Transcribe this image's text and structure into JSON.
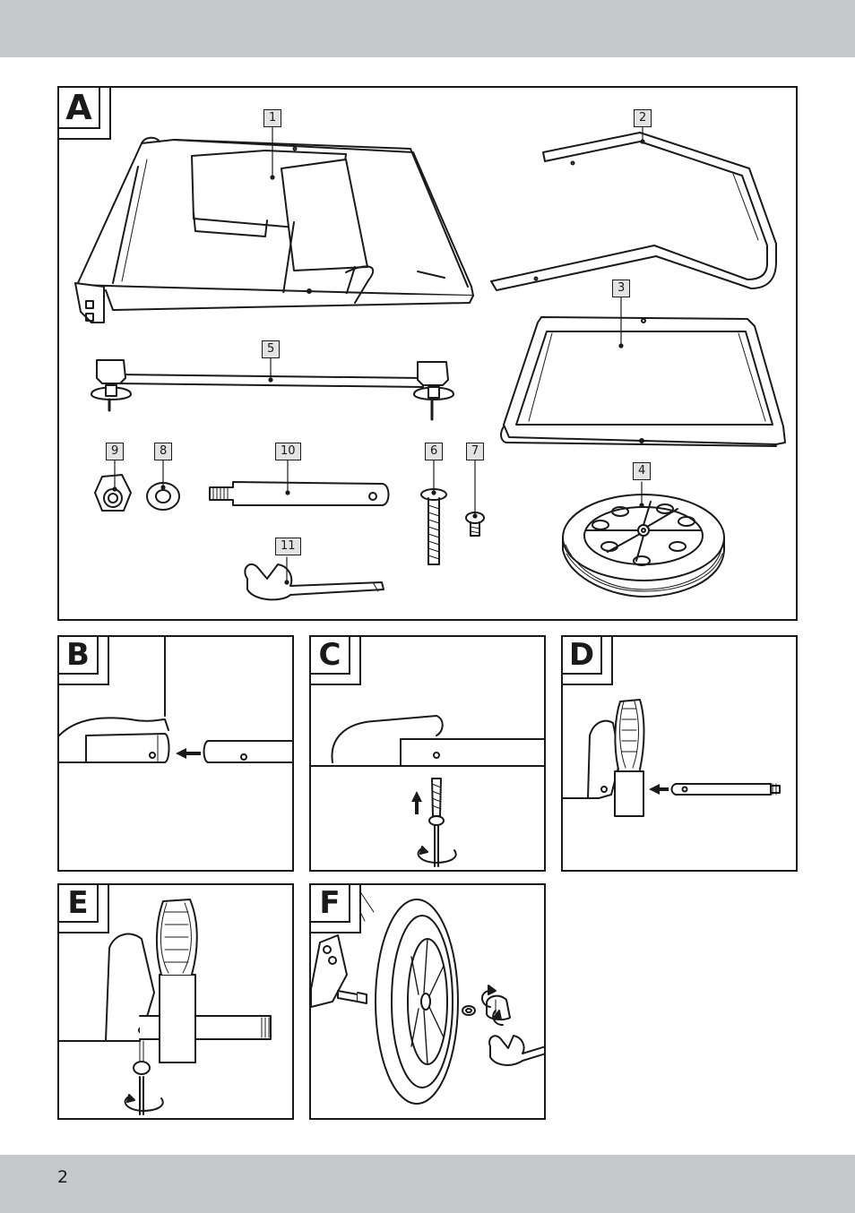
{
  "page_number": "2",
  "colors": {
    "band": "#c6c7c9",
    "line": "#1a1a1a",
    "callout_bg": "#e3e3e3"
  },
  "panels": {
    "A": {
      "label": "A"
    },
    "B": {
      "label": "B"
    },
    "C": {
      "label": "C"
    },
    "D": {
      "label": "D"
    },
    "E": {
      "label": "E"
    },
    "F": {
      "label": "F"
    }
  },
  "parts": {
    "p1": "1",
    "p2": "2",
    "p3": "3",
    "p4": "4",
    "p5": "5",
    "p6": "6",
    "p7": "7",
    "p8": "8",
    "p9": "9",
    "p10": "10",
    "p11": "11"
  },
  "icons": {
    "push_arrow": "arrow-left-icon",
    "up_arrow": "arrow-up-icon",
    "rotate": "rotate-icon",
    "screwdriver": "screwdriver-icon"
  }
}
